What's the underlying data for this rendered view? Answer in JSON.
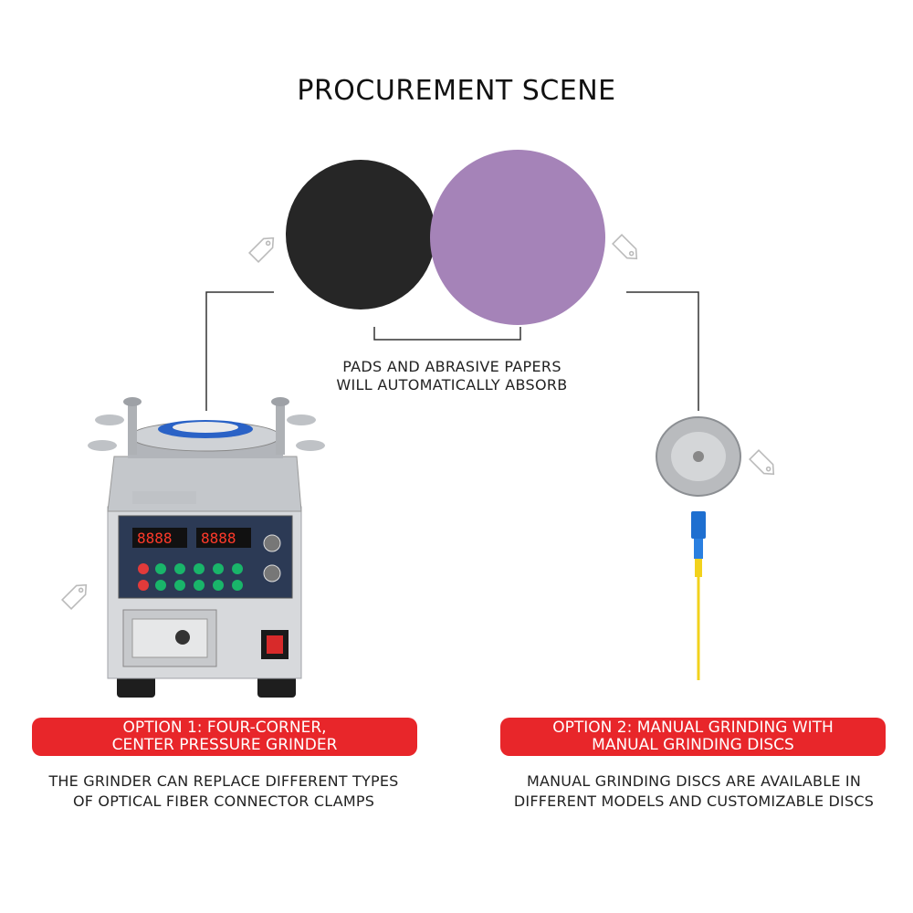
{
  "title": "PROCUREMENT SCENE",
  "center_caption": {
    "line1": "PADS AND ABRASIVE PAPERS",
    "line2": "WILL AUTOMATICALLY ABSORB"
  },
  "option1": {
    "label_line1": "OPTION 1: FOUR-CORNER,",
    "label_line2": "CENTER PRESSURE GRINDER",
    "desc_line1": "THE GRINDER CAN REPLACE DIFFERENT TYPES",
    "desc_line2": "OF OPTICAL FIBER CONNECTOR CLAMPS"
  },
  "option2": {
    "label_line1": "OPTION 2: MANUAL GRINDING WITH",
    "label_line2": "MANUAL GRINDING DISCS",
    "desc_line1": "MANUAL GRINDING DISCS ARE AVAILABLE IN",
    "desc_line2": "DIFFERENT MODELS AND CUSTOMIZABLE DISCS"
  },
  "colors": {
    "pill_red": "#e8262a",
    "black_pad": "#262626",
    "purple_paper": "#a583b8",
    "fiber_yellow": "#f2d21c",
    "connector_blue": "#1e6fd0"
  },
  "icons": [
    "tag-icon-left-top",
    "tag-icon-right-top",
    "tag-icon-right-mid",
    "tag-icon-left-mid"
  ]
}
